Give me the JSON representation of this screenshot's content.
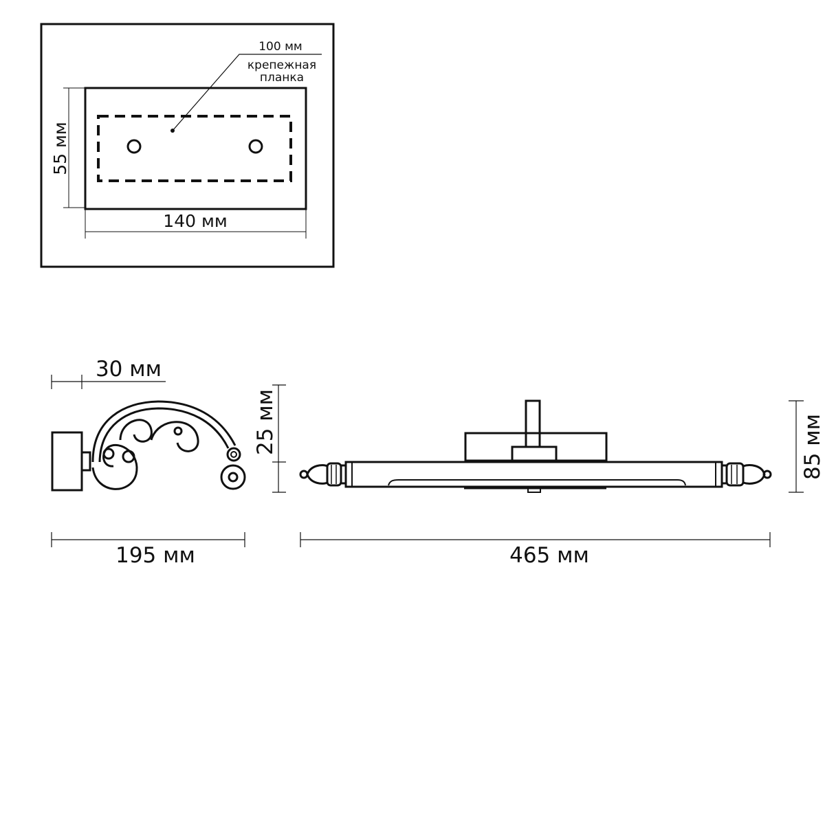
{
  "colors": {
    "line": "#111111",
    "background": "#ffffff"
  },
  "mounting_plate": {
    "leader_label": "100 мм",
    "callout_line1": "крепежная",
    "callout_line2": "планка",
    "height_label": "55 мм",
    "width_label": "140 мм"
  },
  "side_view": {
    "offset_label": "30 мм",
    "width_label": "195 мм"
  },
  "front_view": {
    "arm_height_label": "25 мм",
    "total_height_label": "85 мм",
    "width_label": "465 мм"
  }
}
